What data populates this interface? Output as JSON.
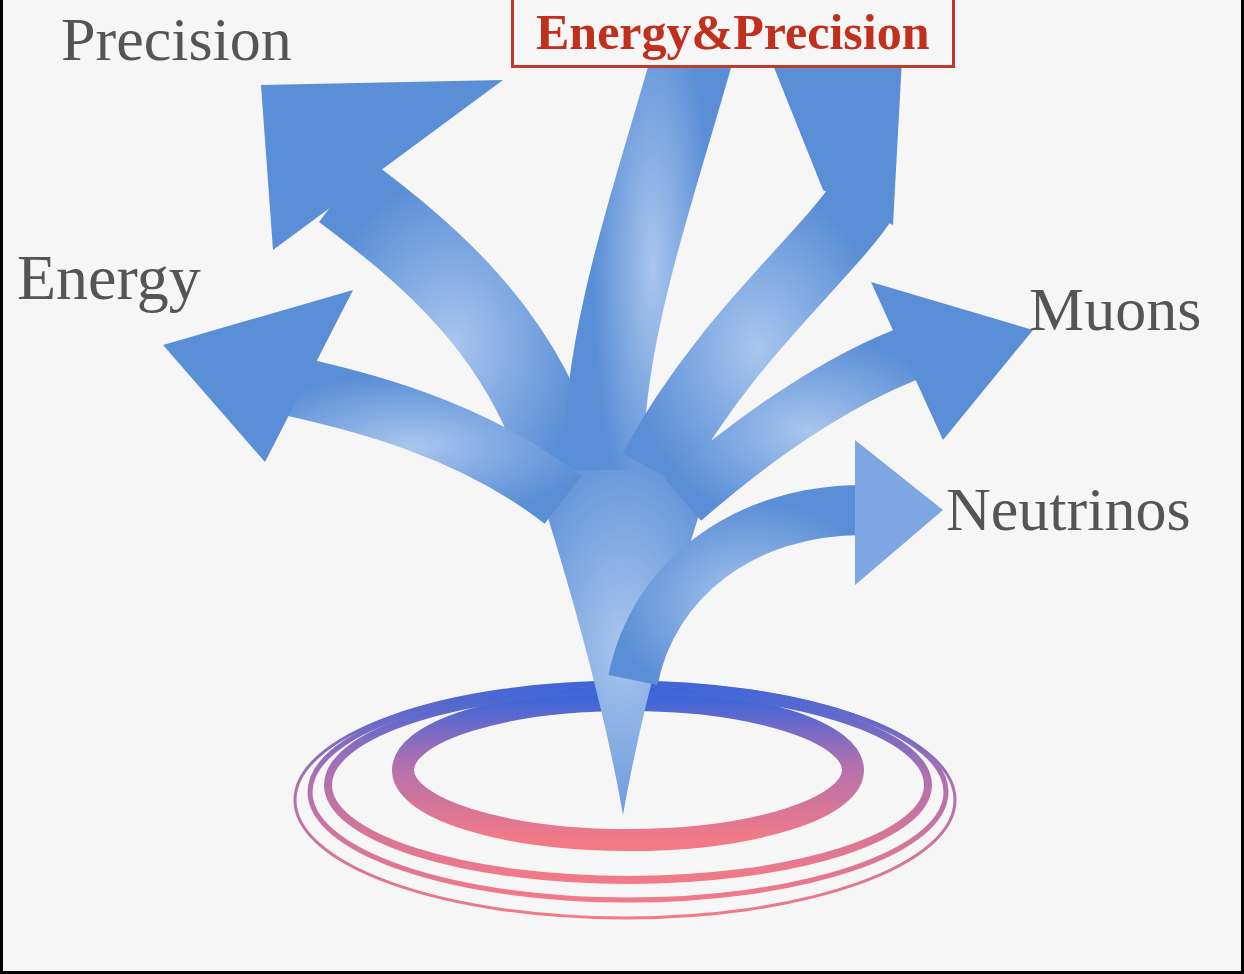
{
  "diagram": {
    "nodes": [
      {
        "text": [
          "Energy&Precision"
        ]
      }
    ],
    "labels": [
      "Precision",
      "Energy",
      "Muons",
      "Neutrinos"
    ]
  }
}
